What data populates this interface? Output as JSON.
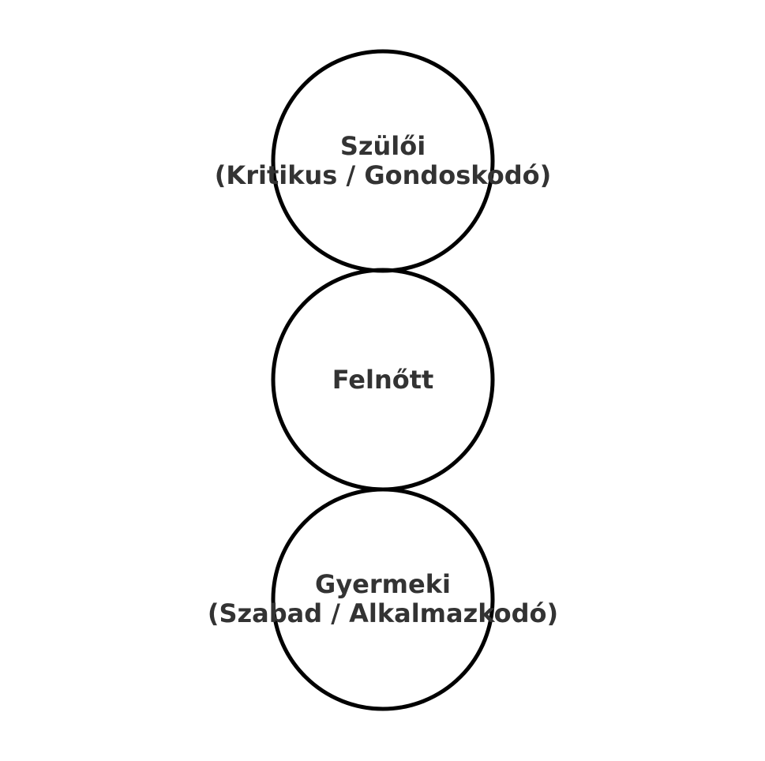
{
  "diagram": {
    "type": "ego-states",
    "colors": {
      "circle_stroke": "#000000",
      "circle_fill": "#ffffff",
      "text": "#333333",
      "background": "#ffffff"
    },
    "nodes": [
      {
        "id": "parent",
        "line1": "Szülői",
        "line2": "(Kritikus / Gondoskodó)"
      },
      {
        "id": "adult",
        "line1": "Felnőtt",
        "line2": ""
      },
      {
        "id": "child",
        "line1": "Gyermeki",
        "line2": "(Szabad / Alkalmazkodó)"
      }
    ]
  }
}
